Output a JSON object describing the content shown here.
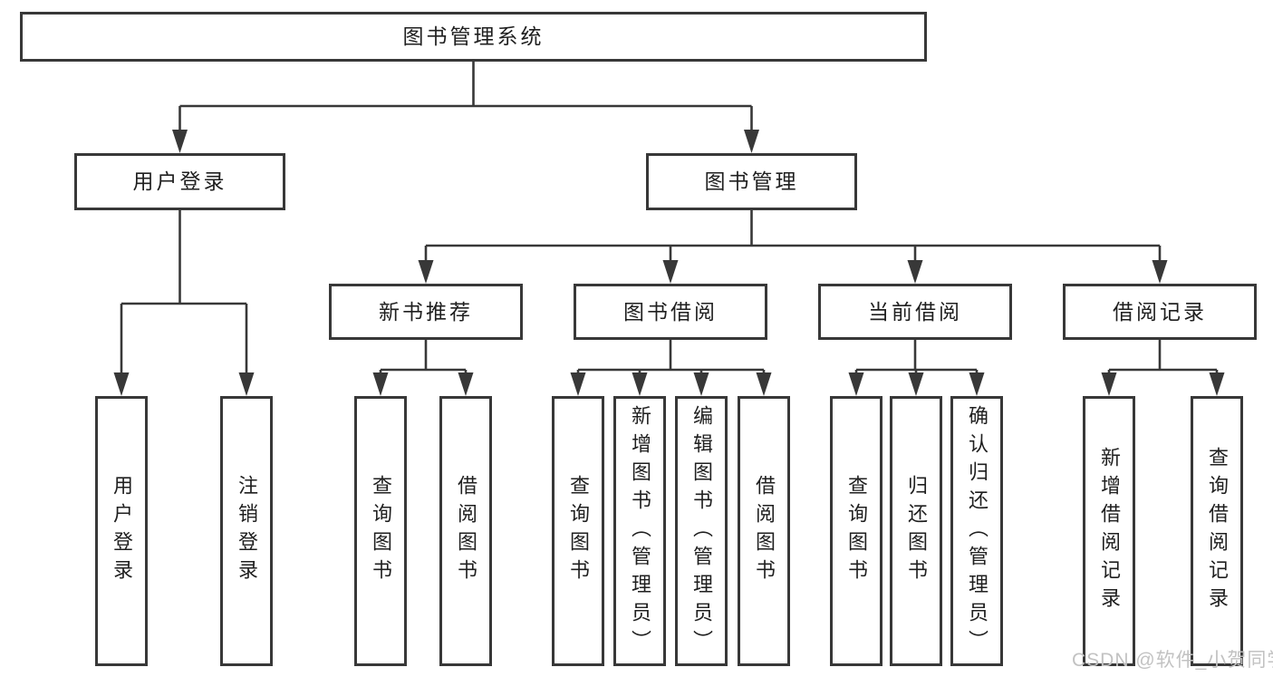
{
  "diagram": {
    "root": "图书管理系统",
    "level2": {
      "user_login": "用户登录",
      "book_mgmt": "图书管理"
    },
    "level3": {
      "new_books": "新书推荐",
      "borrowing": "图书借阅",
      "current": "当前借阅",
      "records": "借阅记录"
    },
    "leaves": {
      "user_login": [
        "用户登录",
        "注销登录"
      ],
      "new_books": [
        "查询图书",
        "借阅图书"
      ],
      "borrowing": [
        "查询图书",
        "新增图书（管理员）",
        "编辑图书（管理员）",
        "借阅图书"
      ],
      "current": [
        "查询图书",
        "归还图书",
        "确认归还（管理员）"
      ],
      "records": [
        "新增借阅记录",
        "查询借阅记录"
      ]
    }
  },
  "watermark": "CSDN @软件_小贺同学",
  "colors": {
    "line": "#383838",
    "text": "#1f1f1f",
    "box_background": "#ffffff",
    "watermark": "#c2c2c2",
    "background": "#ffffff"
  }
}
